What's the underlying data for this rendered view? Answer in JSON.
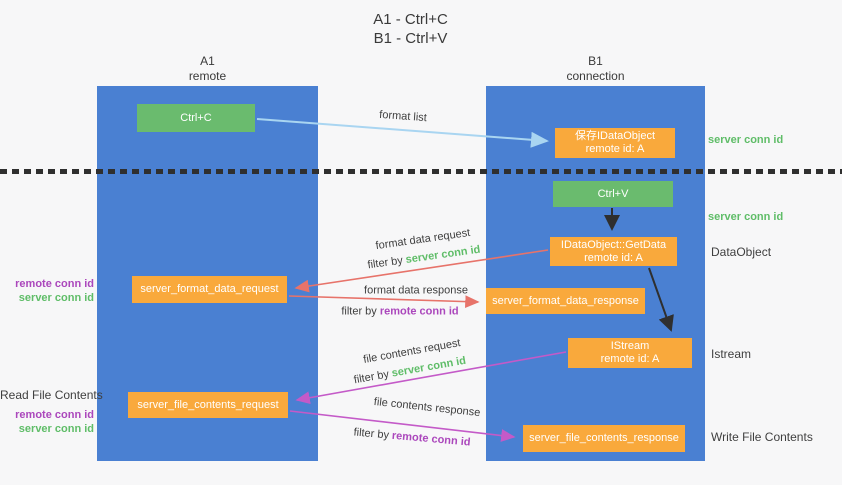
{
  "title": {
    "line1": "A1 - Ctrl+C",
    "line2": "B1 - Ctrl+V"
  },
  "columns": {
    "a1": {
      "name": "A1",
      "subtitle": "remote"
    },
    "b1": {
      "name": "B1",
      "subtitle": "connection"
    }
  },
  "nodes": {
    "ctrl_c": {
      "label": "Ctrl+C"
    },
    "save_idataobject": {
      "line1": "保存IDataObject",
      "line2": "remote id: A"
    },
    "ctrl_v": {
      "label": "Ctrl+V"
    },
    "idataobject_getdata": {
      "line1": "IDataObject::GetData",
      "line2": "remote id: A"
    },
    "server_format_data_request": {
      "label": "server_format_data_request"
    },
    "server_format_data_response": {
      "label": "server_format_data_response"
    },
    "istream": {
      "line1": "IStream",
      "line2": "remote id: A"
    },
    "server_file_contents_request": {
      "label": "server_file_contents_request"
    },
    "server_file_contents_response": {
      "label": "server_file_contents_response"
    }
  },
  "arrows": {
    "format_list": {
      "label": "format list"
    },
    "format_data_request": {
      "label": "format data request",
      "filter_prefix": "filter by",
      "filter_value": "server conn id"
    },
    "format_data_response": {
      "label": "format data response",
      "filter_prefix": "filter by",
      "filter_value": "remote conn id"
    },
    "file_contents_request": {
      "label": "file contents request",
      "filter_prefix": "filter by",
      "filter_value": "server conn id"
    },
    "file_contents_response": {
      "label": "file contents response",
      "filter_prefix": "filter by",
      "filter_value": "remote conn id"
    }
  },
  "side_labels": {
    "left": {
      "format_remote_conn": "remote conn id",
      "format_server_conn": "server conn id",
      "read_file_contents": "Read File Contents",
      "file_remote_conn": "remote conn id",
      "file_server_conn": "server conn id"
    },
    "right": {
      "server_conn_top": "server conn id",
      "server_conn_mid": "server conn id",
      "dataobject": "DataObject",
      "istream": "Istream",
      "write_file_contents": "Write File Contents"
    }
  },
  "colors": {
    "background": "#f7f7f8",
    "column_blue": "#4a80d2",
    "node_green": "#6abb6e",
    "node_orange": "#f9a93c",
    "server_conn_green": "#5fbd68",
    "remote_conn_purple": "#ab47bc",
    "arrow_lightblue": "#a9d5f1",
    "arrow_salmon": "#e7736a",
    "arrow_magenta": "#c45ac8",
    "arrow_black": "#2f2f2f",
    "divider_black": "#2f2f2f"
  }
}
